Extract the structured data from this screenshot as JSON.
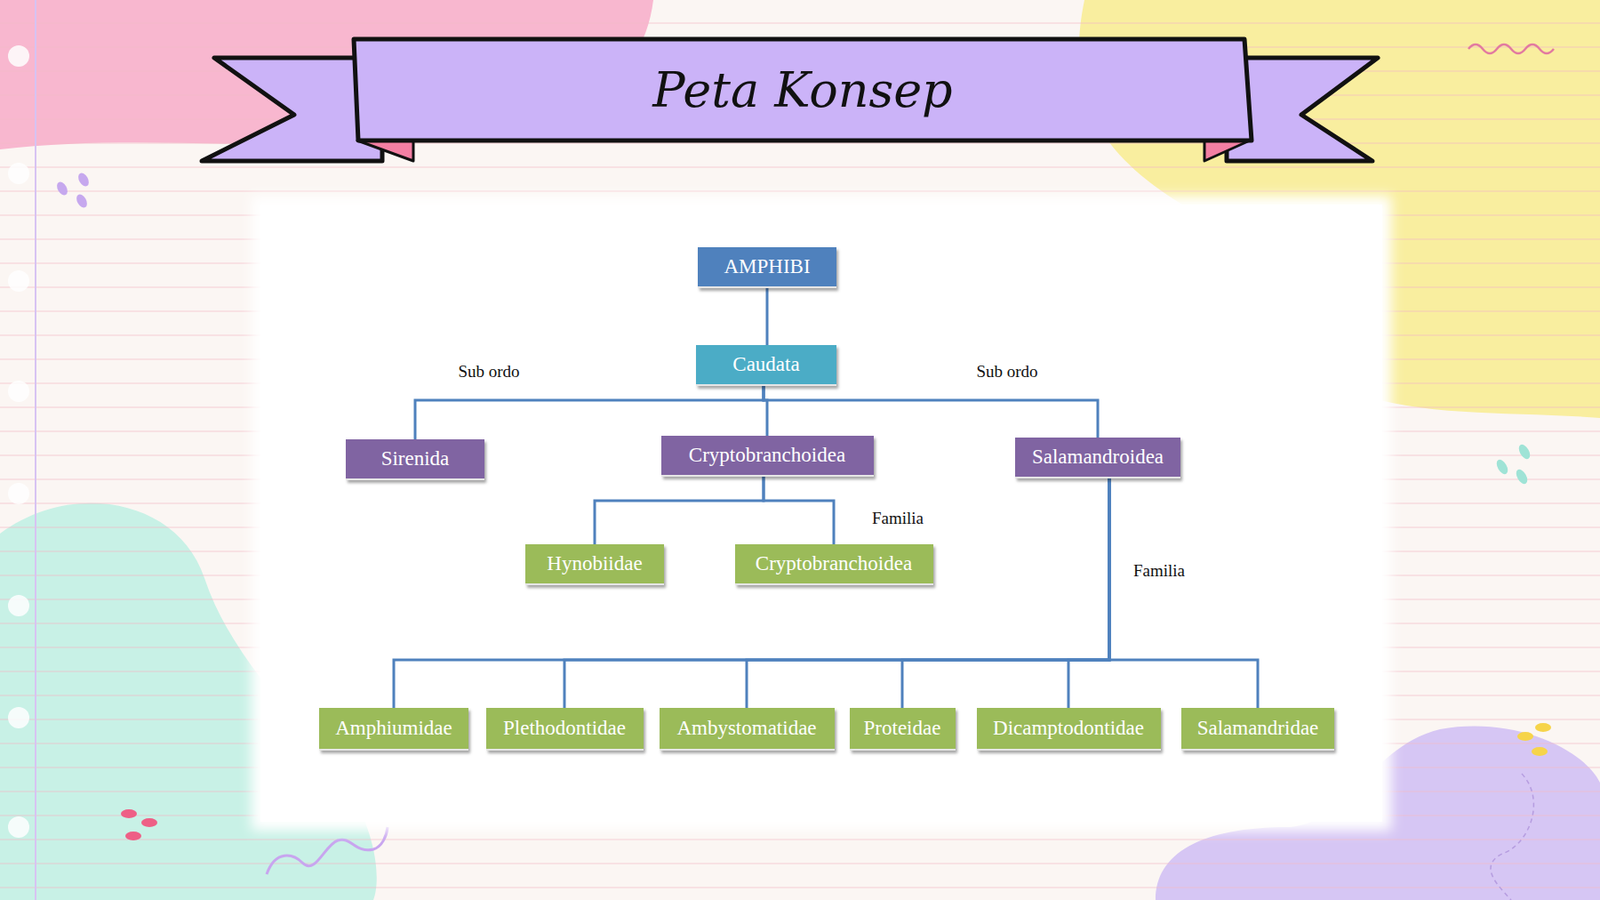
{
  "diagram": {
    "title": "Peta Konsep",
    "nodes": [
      {
        "text": [
          "AMPHIBI"
        ]
      },
      {
        "text": [
          "Caudata"
        ]
      },
      {
        "text": [
          "Sirenida"
        ]
      },
      {
        "text": [
          "Cryptobranchoidea"
        ]
      },
      {
        "text": [
          "Salamandroidea"
        ]
      },
      {
        "text": [
          "Hynobiidae"
        ]
      },
      {
        "text": [
          "Cryptobranchoidea"
        ]
      },
      {
        "text": [
          "Amphiumidae"
        ]
      },
      {
        "text": [
          "Plethodontidae"
        ]
      },
      {
        "text": [
          "Ambystomatidae"
        ]
      },
      {
        "text": [
          "Proteidae"
        ]
      },
      {
        "text": [
          "Dicamptodontidae"
        ]
      },
      {
        "text": [
          "Salamandridae"
        ]
      }
    ],
    "edges": [
      {
        "from": 0,
        "to": 1,
        "arrow": "none"
      },
      {
        "from": 1,
        "to": 2,
        "arrow": "none"
      },
      {
        "from": 1,
        "to": 3,
        "arrow": "none"
      },
      {
        "from": 1,
        "to": 4,
        "arrow": "none"
      },
      {
        "from": 3,
        "to": 5,
        "arrow": "none"
      },
      {
        "from": 3,
        "to": 6,
        "arrow": "none"
      },
      {
        "from": 4,
        "to": 7,
        "arrow": "none"
      },
      {
        "from": 4,
        "to": 8,
        "arrow": "none"
      },
      {
        "from": 4,
        "to": 9,
        "arrow": "none"
      },
      {
        "from": 4,
        "to": 10,
        "arrow": "none"
      },
      {
        "from": 4,
        "to": 11,
        "arrow": "none"
      },
      {
        "from": 4,
        "to": 12,
        "arrow": "none"
      }
    ],
    "labels": [
      "Sub ordo",
      "Sub ordo",
      "Familia",
      "Familia"
    ]
  }
}
